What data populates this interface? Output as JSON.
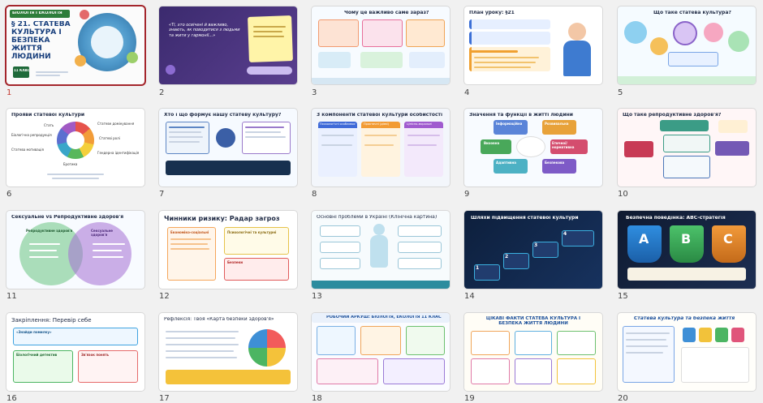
{
  "slides": [
    {
      "n": "1",
      "title": "§ 21. СТАТЕВА КУЛЬТУРА І БЕЗПЕКА ЖИТТЯ ЛЮДИНИ",
      "tag": "БІОЛОГІЯ І ЕКОЛОГІЯ",
      "grade": "11 КЛАС"
    },
    {
      "n": "2",
      "title": "«Ті, хто освічені й важливо, знають, як поводитися з людьми та жити у гармонії...»"
    },
    {
      "n": "3",
      "title": "Чому це важливо саме зараз?"
    },
    {
      "n": "4",
      "title": "План уроку: §21"
    },
    {
      "n": "5",
      "title": "Що таке статева культура?"
    },
    {
      "n": "6",
      "title": "Прояви статевої культури"
    },
    {
      "n": "7",
      "title": "Хто і що формує нашу статеву культуру?"
    },
    {
      "n": "8",
      "title": "3 компоненти статевої культури особистості"
    },
    {
      "n": "9",
      "title": "Значення та функції в житті людини"
    },
    {
      "n": "10",
      "title": "Що таке репродуктивне здоров'я?"
    },
    {
      "n": "11",
      "title": "Сексуальне vs Репродуктивне здоров'я"
    },
    {
      "n": "12",
      "title": "Чинники ризику: Радар загроз"
    },
    {
      "n": "13",
      "title": "Основні проблеми в Україні (Клінічна картина)"
    },
    {
      "n": "14",
      "title": "Шляхи підвищення статевої культури"
    },
    {
      "n": "15",
      "title": "Безпечна поведінка: ABC-стратегія"
    },
    {
      "n": "16",
      "title": "Закріплення: Перевір себе"
    },
    {
      "n": "17",
      "title": "Рефлексія: Твоя «Карта безпеки здоров'я»"
    },
    {
      "n": "18",
      "title": "РОБОЧИЙ АРКУШ: БІОЛОГІЯ, ЕКОЛОГІЯ 11 КЛАС"
    },
    {
      "n": "19",
      "title": "ЦІКАВІ ФАКТИ СТАТЕВА КУЛЬТУРА І БЕЗПЕКА ЖИТТЯ ЛЮДИНИ"
    },
    {
      "n": "20",
      "title": "Статева культура та безпека життя"
    }
  ],
  "s6": {
    "labels": [
      "Стать",
      "Статеве домінування",
      "Статеві ролі",
      "Гендерна ідентифікація",
      "Еротика",
      "Статева мотивація",
      "Біологічна репродукція"
    ]
  },
  "s8": {
    "cols": [
      "Психологічні особливості",
      "Практичні (дієві)",
      "Цінісно-моральні"
    ]
  },
  "s9": {
    "hex": [
      "Інформаційна",
      "Розвивальна",
      "Виховна",
      "Етичної/нормативна",
      "Адаптивна",
      "Безпекова"
    ]
  },
  "s11": {
    "left": "Репродуктивне здоров'я",
    "right": "Сексуальне здоров'я"
  },
  "s12": {
    "a": "Економіко-соціальні",
    "b": "Психологічні та культурні",
    "c": "Безпеки"
  },
  "s14": {
    "steps": [
      "1",
      "2",
      "3",
      "4"
    ]
  },
  "s15": {
    "letters": [
      "A",
      "B",
      "C"
    ]
  },
  "s16": {
    "a": "«Знайди помилку»",
    "b": "Біологічний детектив",
    "c": "Зв'язок понять"
  },
  "colors": {
    "selected": "#a4262c",
    "navy": "#1b2a4a",
    "teal": "#2c8c9e"
  }
}
